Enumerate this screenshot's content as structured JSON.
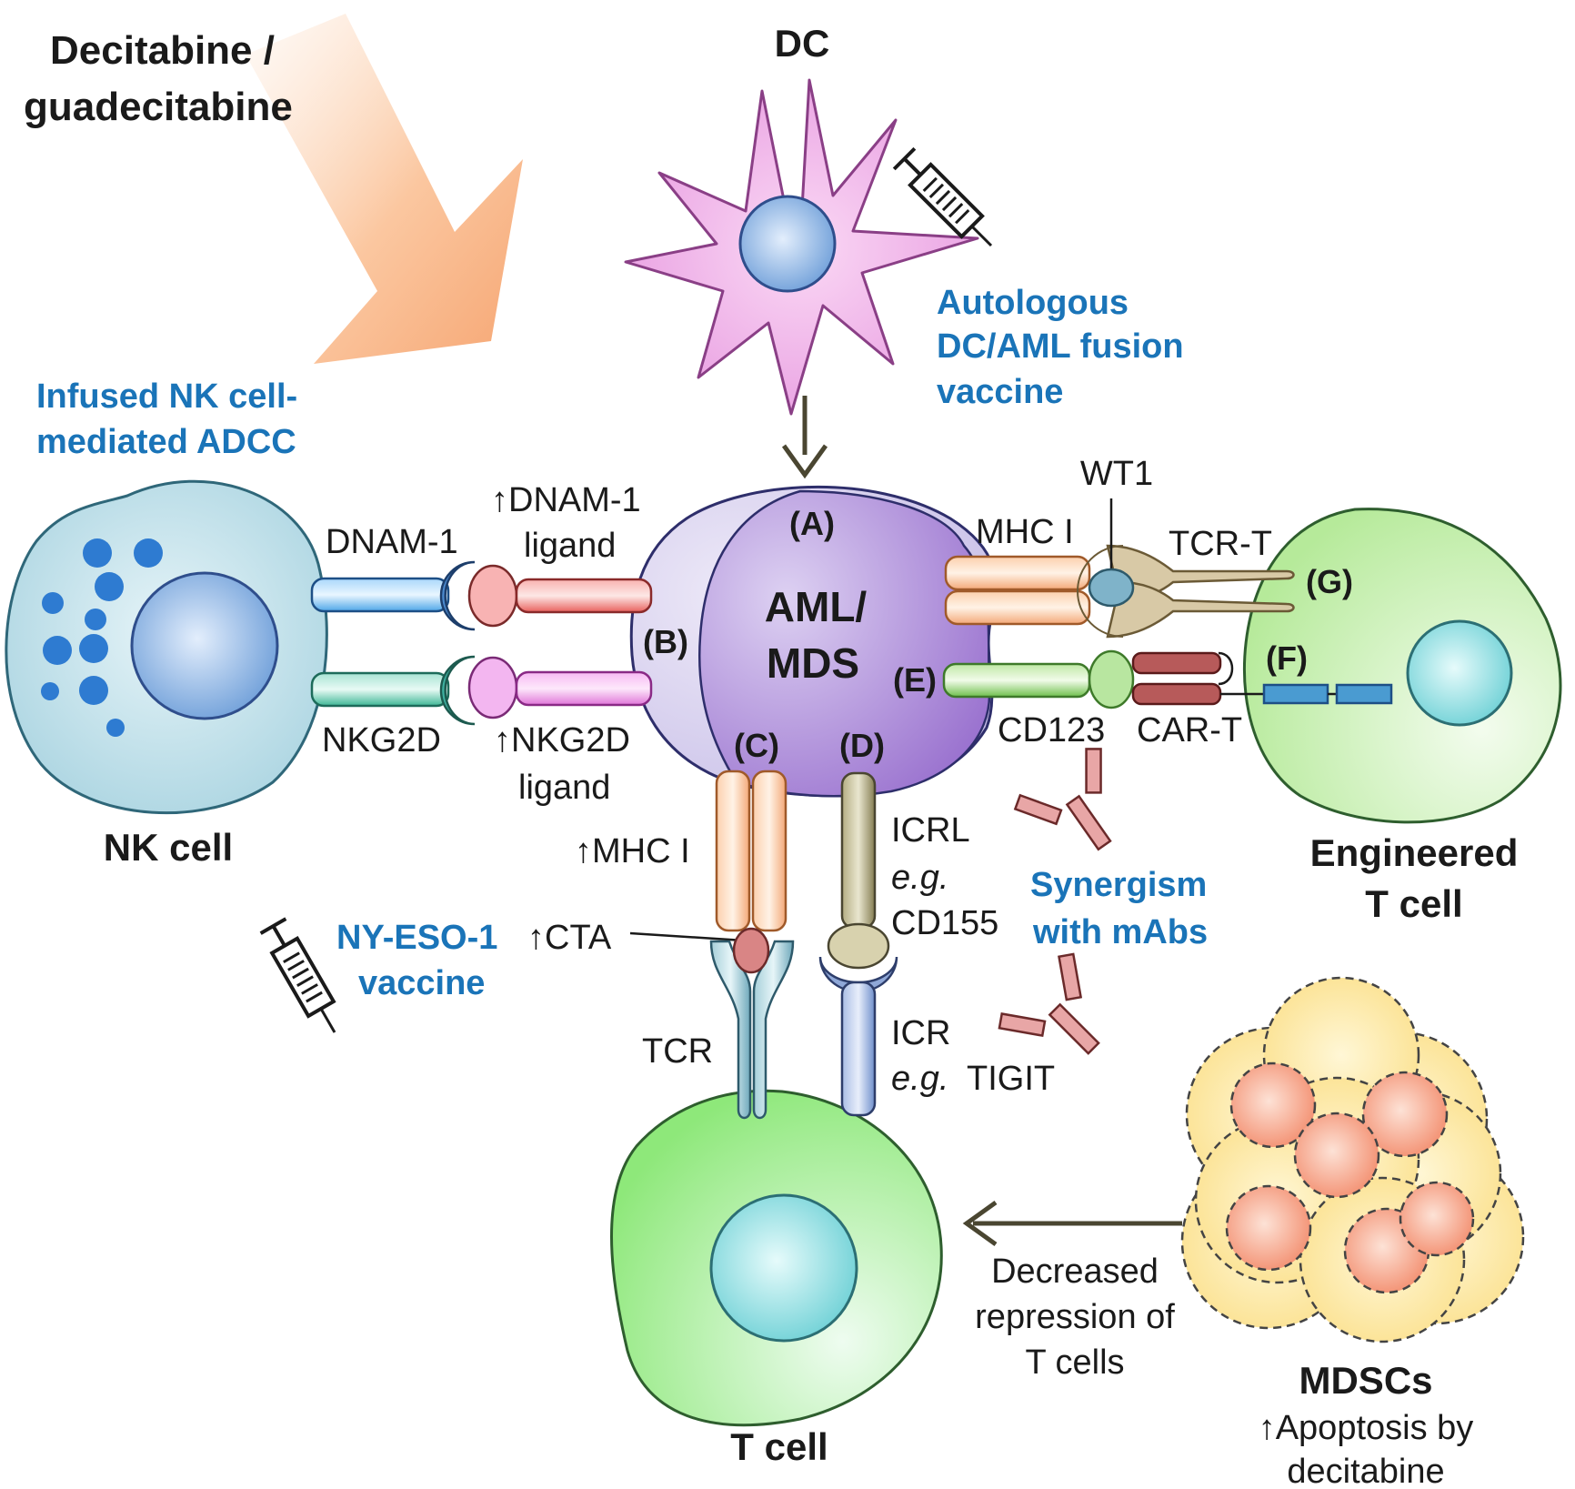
{
  "drug": {
    "line1": "Decitabine /",
    "line2": "guadecitabine"
  },
  "cells": {
    "dc": "DC",
    "nk": "NK cell",
    "aml_line1": "AML/",
    "aml_line2": "MDS",
    "engineered_line1": "Engineered",
    "engineered_line2": "T cell",
    "tcell": "T cell",
    "mdsc": "MDSCs"
  },
  "therapies": {
    "dc_vaccine_line1": "Autologous",
    "dc_vaccine_line2": "DC/AML fusion",
    "dc_vaccine_line3": "vaccine",
    "nk_adcc_line1": "Infused NK cell-",
    "nk_adcc_line2": "mediated ADCC",
    "nyeso_line1": "NY-ESO-1",
    "nyeso_line2": "vaccine",
    "mabs_line1": "Synergism",
    "mabs_line2": "with mAbs"
  },
  "markers": {
    "a": "(A)",
    "b": "(B)",
    "c": "(C)",
    "d": "(D)",
    "e": "(E)",
    "f": "(F)",
    "g": "(G)"
  },
  "molecules": {
    "dnam1": "DNAM-1",
    "dnam1_ligand_line1": "↑DNAM-1",
    "dnam1_ligand_line2": "ligand",
    "nkg2d": "NKG2D",
    "nkg2d_ligand_line1": "↑NKG2D",
    "nkg2d_ligand_line2": "ligand",
    "mhc1_up": "↑MHC I",
    "cta_up": "↑CTA",
    "tcr": "TCR",
    "icrl": "ICRL",
    "icrl_eg": "e.g.",
    "icrl_example": "CD155",
    "icr": "ICR",
    "icr_eg": "e.g.",
    "icr_example": "TIGIT",
    "mhc1": "MHC I",
    "wt1": "WT1",
    "tcr_t": "TCR-T",
    "cd123": "CD123",
    "car_t": "CAR-T"
  },
  "mdsc_effect": {
    "line1": "Decreased",
    "line2": "repression of",
    "line3": "T cells",
    "apoptosis_line1": "↑Apoptosis by",
    "apoptosis_line2": "decitabine"
  }
}
